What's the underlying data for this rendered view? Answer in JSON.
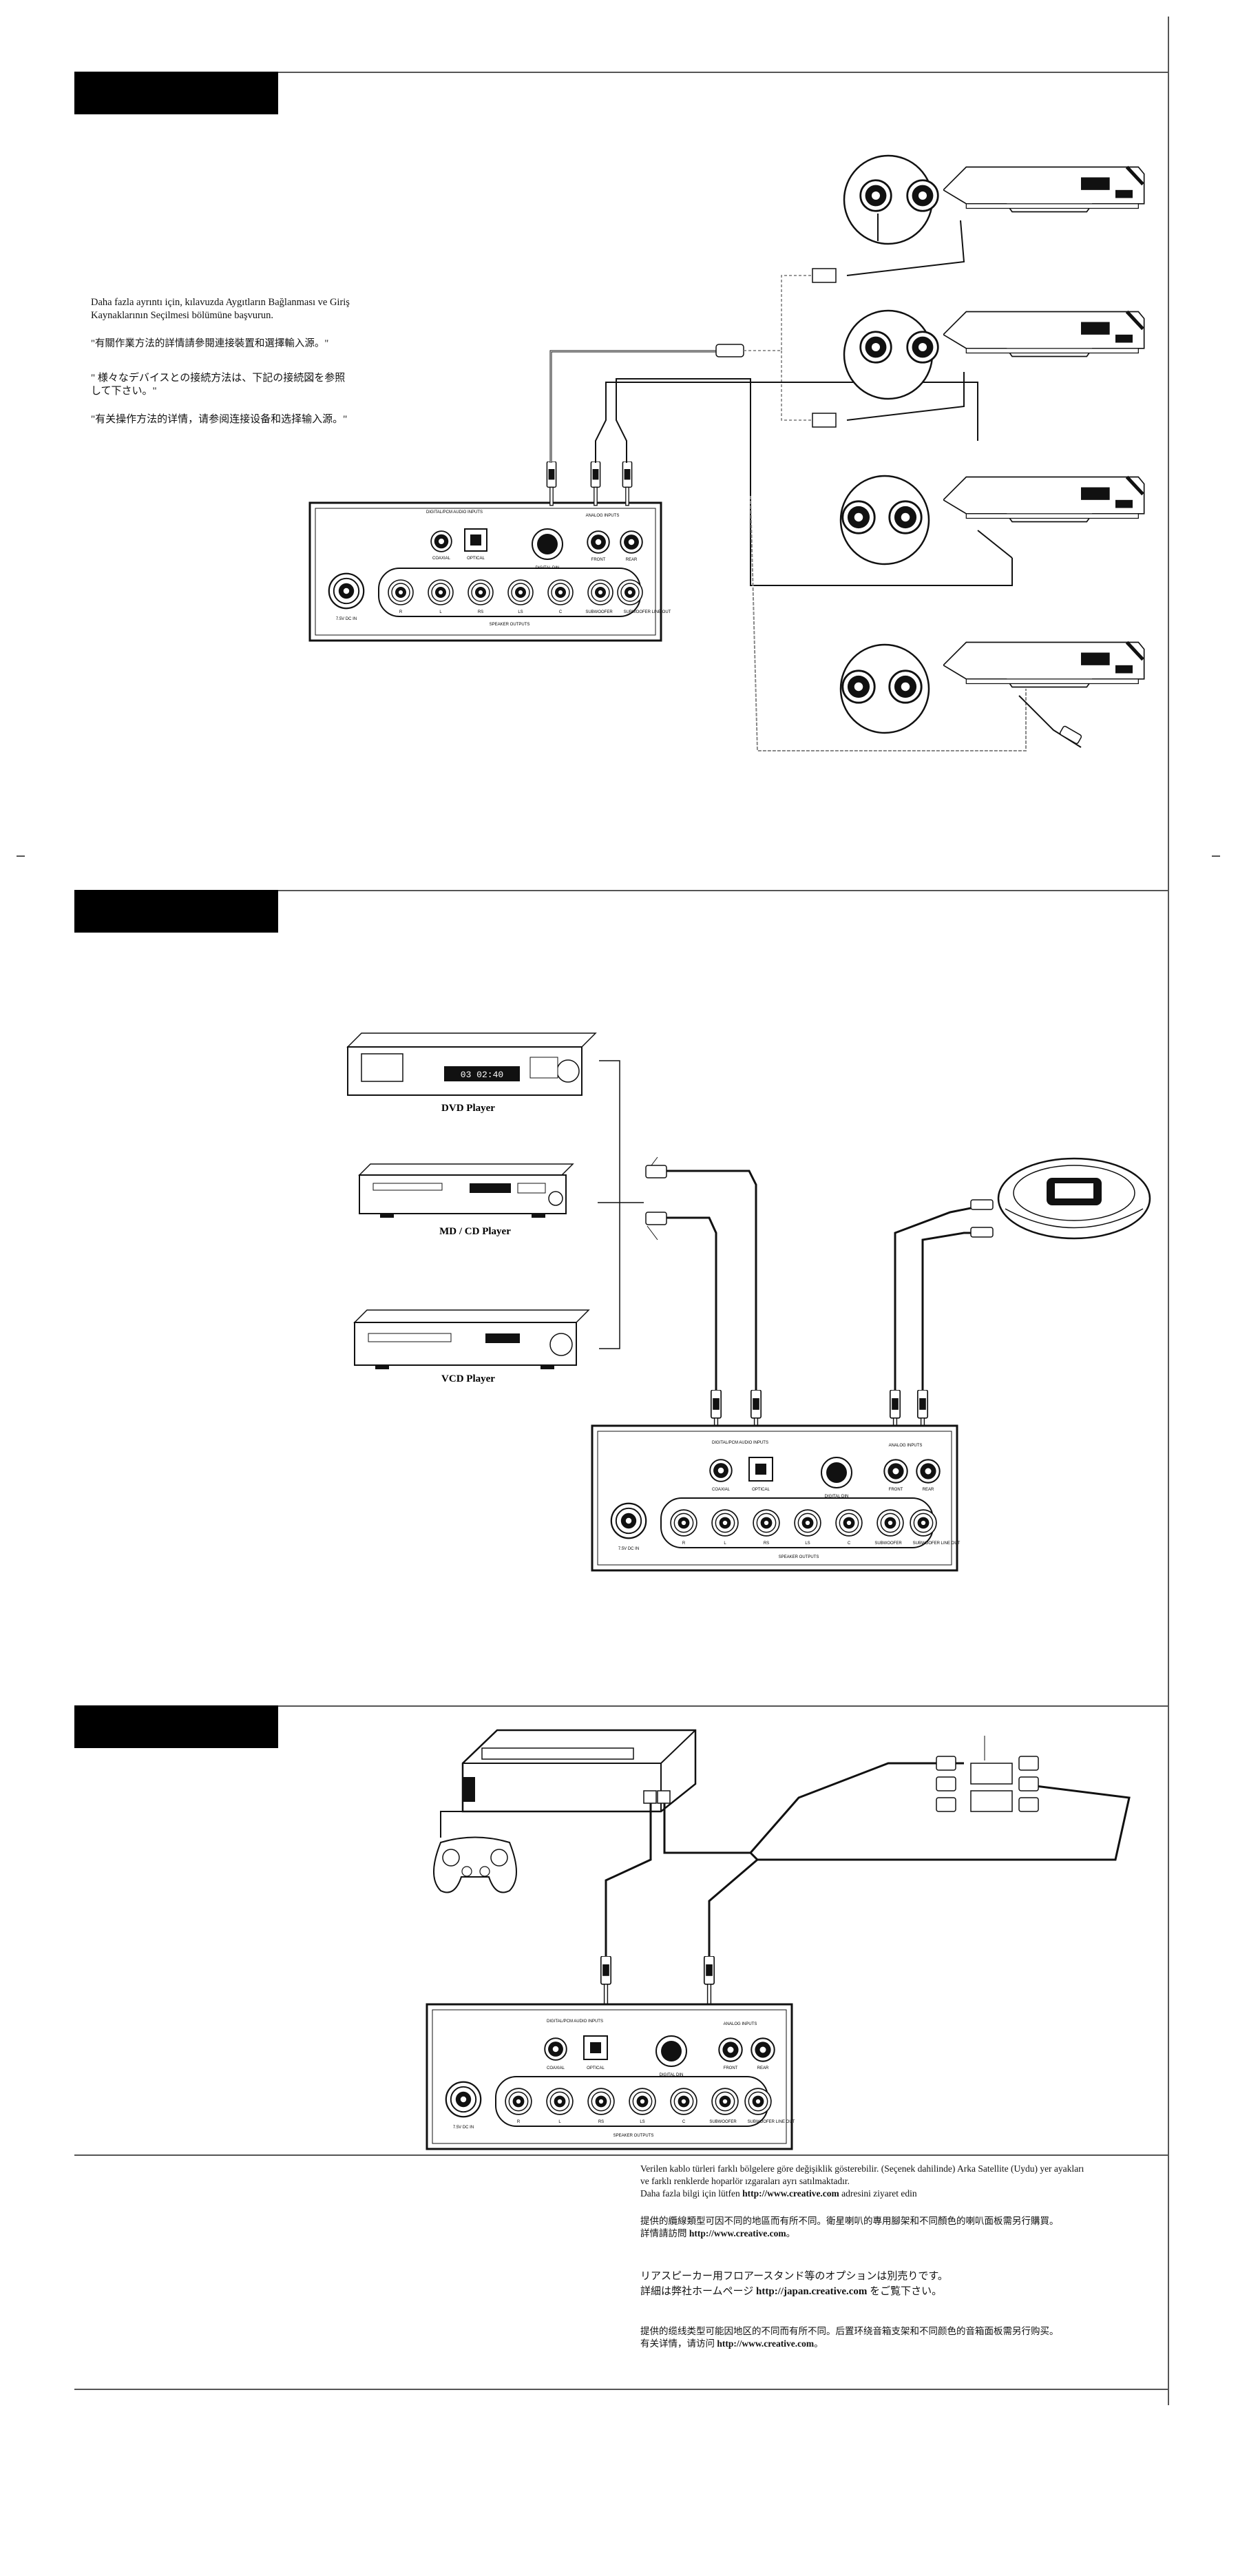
{
  "section1": {
    "note_tr": "Daha fazla ayrıntı için, kılavuzda Aygıtların Bağlanması ve Giriş Kaynaklarının Seçilmesi bölümüne başvurun.",
    "note_tw": "\"有關作業方法的詳情請參閱連接裝置和選擇輸入源。\"",
    "note_ja": "\" 様々なデバイスとの接続方法は、下記の接続図を参照して下さい。\"",
    "note_cn": "\"有关操作方法的详情，请参阅连接设备和选择输入源。\""
  },
  "section2": {
    "dvd_label": "DVD Player",
    "md_label": "MD / CD Player",
    "vcd_label": "VCD Player",
    "dvd_display": "03 02:40"
  },
  "panel": {
    "digital_inputs": "DIGITAL/PCM AUDIO INPUTS",
    "analog_inputs": "ANALOG INPUTS",
    "coaxial": "COAXIAL",
    "optical": "OPTICAL",
    "digital_din": "DIGITAL DIN",
    "front": "FRONT",
    "rear": "REAR",
    "dc_in": "7.5V DC IN",
    "speaker_outputs": "SPEAKER OUTPUTS",
    "ch_r": "R",
    "ch_l": "L",
    "ch_rs": "RS",
    "ch_ls": "LS",
    "ch_c": "C",
    "subwoofer": "SUBWOOFER",
    "sub_line_out": "SUBWOOFER LINE OUT"
  },
  "footer": {
    "tr_line1": "Verilen kablo türleri farklı bölgelere göre değişiklik gösterebilir. (Seçenek dahilinde) Arka Satellite (Uydu) yer ayakları",
    "tr_line2": "ve farklı renklerde hoparlör ızgaraları ayrı satılmaktadır.",
    "tr_line3_pre": "Daha fazla bilgi için lütfen ",
    "tr_url": "http://www.creative.com",
    "tr_line3_post": " adresini ziyaret edin",
    "tw_line1": "提供的纜線類型可因不同的地區而有所不同。衛星喇叭的專用腳架和不同顏色的喇叭面板需另行購買。",
    "tw_line2_pre": "詳情請訪問 ",
    "tw_url": "http://www.creative.com",
    "tw_line2_post": "。",
    "ja_line1": "リアスピーカー用フロアースタンド等のオプションは別売りです。",
    "ja_line2_pre": "詳細は弊社ホームページ ",
    "ja_url": "http://japan.creative.com",
    "ja_line2_post": " をご覧下さい。",
    "cn_line1": "提供的缆线类型可能因地区的不同而有所不同。后置环绕音箱支架和不同颜色的音箱面板需另行购买。",
    "cn_line2_pre": "有关详情，请访问 ",
    "cn_url": "http://www.creative.com",
    "cn_line2_post": "。"
  }
}
